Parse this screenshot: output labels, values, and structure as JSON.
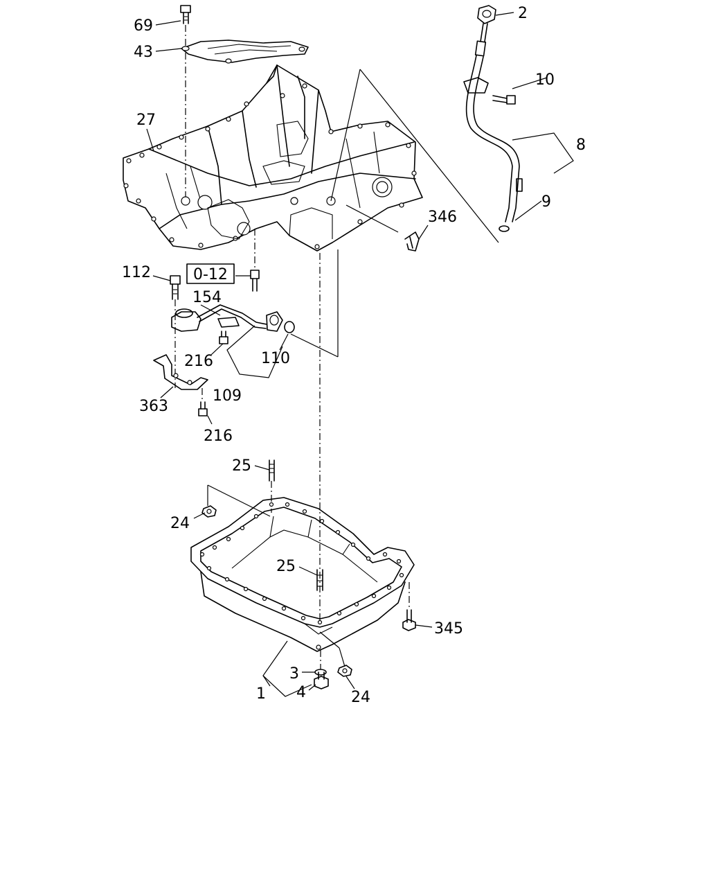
{
  "callouts": {
    "c69": "69",
    "c43": "43",
    "c27": "27",
    "c2": "2",
    "c10": "10",
    "c8": "8",
    "c9": "9",
    "c346": "346",
    "c112": "112",
    "c0_12": "0-12",
    "c154": "154",
    "c216a": "216",
    "c110": "110",
    "c109": "109",
    "c363": "363",
    "c216b": "216",
    "c25a": "25",
    "c24a": "24",
    "c25b": "25",
    "c345": "345",
    "c3": "3",
    "c1": "1",
    "c4": "4",
    "c24b": "24"
  }
}
